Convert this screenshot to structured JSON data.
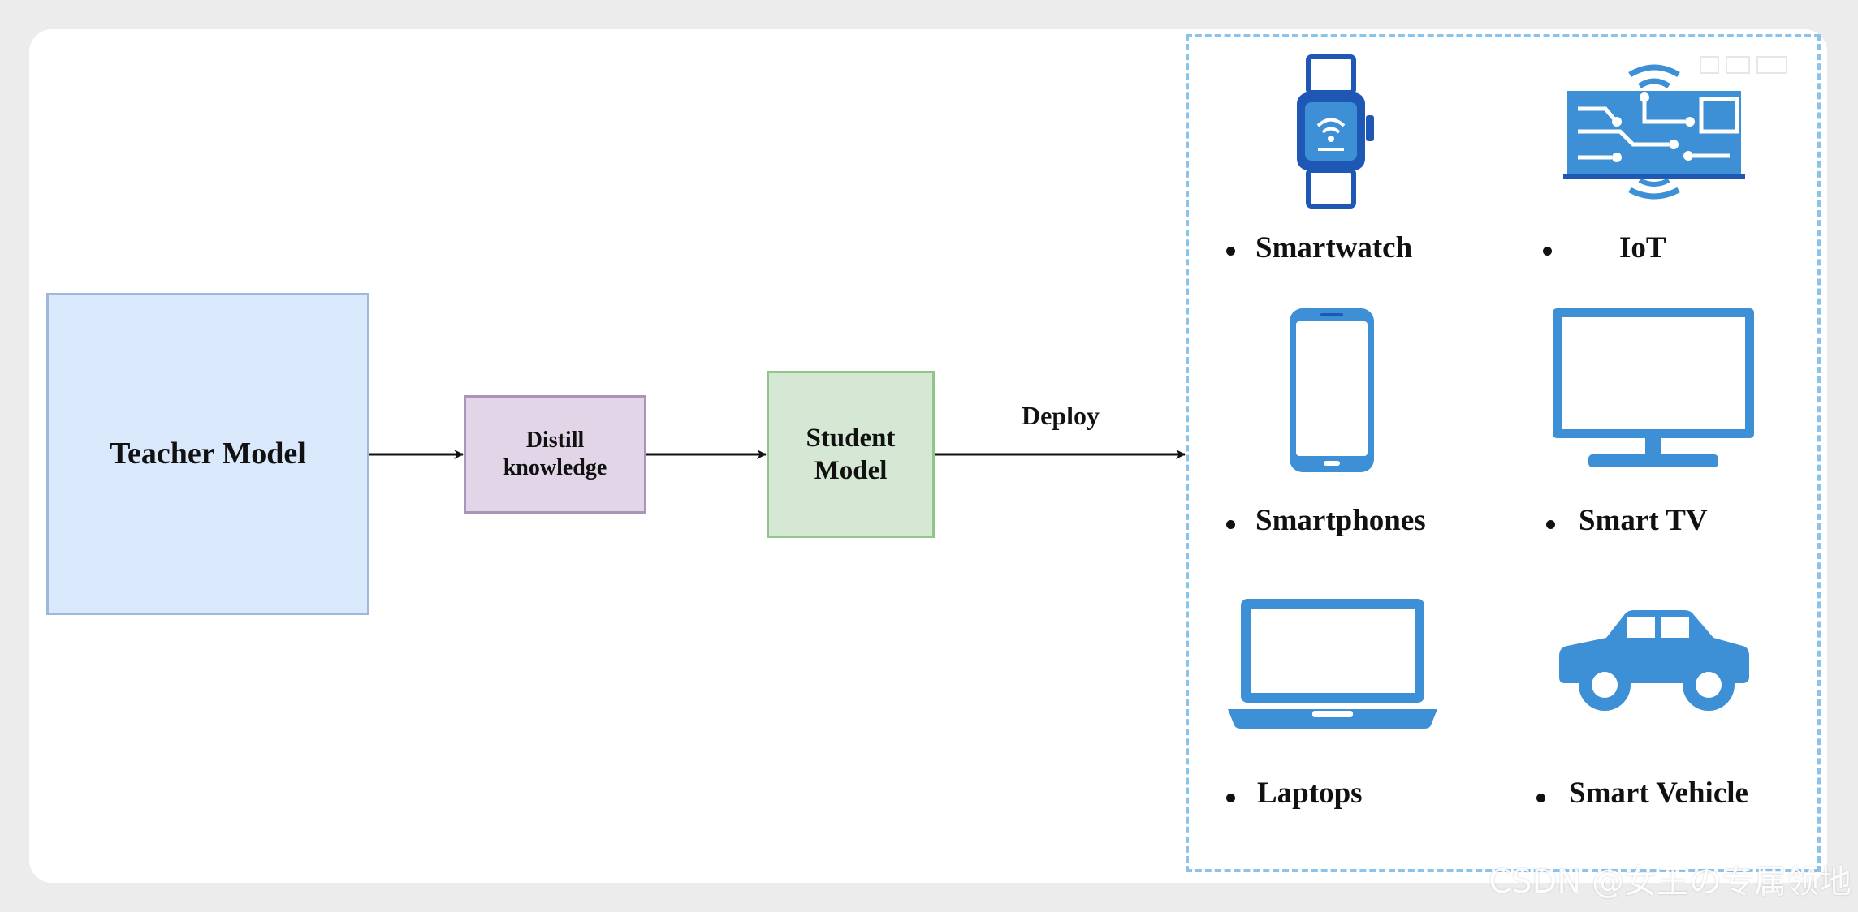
{
  "diagram": {
    "teacher_label": "Teacher Model",
    "distill_label_line1": "Distill",
    "distill_label_line2": "knowledge",
    "student_label_line1": "Student",
    "student_label_line2": "Model",
    "deploy_label": "Deploy"
  },
  "devices": [
    {
      "label": "Smartwatch",
      "icon": "smartwatch-icon"
    },
    {
      "label": "IoT",
      "icon": "iot-circuit-icon"
    },
    {
      "label": "Smartphones",
      "icon": "smartphone-icon"
    },
    {
      "label": "Smart TV",
      "icon": "smart-tv-icon"
    },
    {
      "label": "Laptops",
      "icon": "laptop-icon"
    },
    {
      "label": "Smart Vehicle",
      "icon": "car-icon"
    }
  ],
  "colors": {
    "teacher_fill": "#dae8fc",
    "distill_fill": "#e1d5e7",
    "student_fill": "#d5e8d4",
    "icon_blue": "#3d8fd6",
    "dashed_border": "#8cc3ea"
  },
  "watermark": "CSDN @女王の专属领地"
}
